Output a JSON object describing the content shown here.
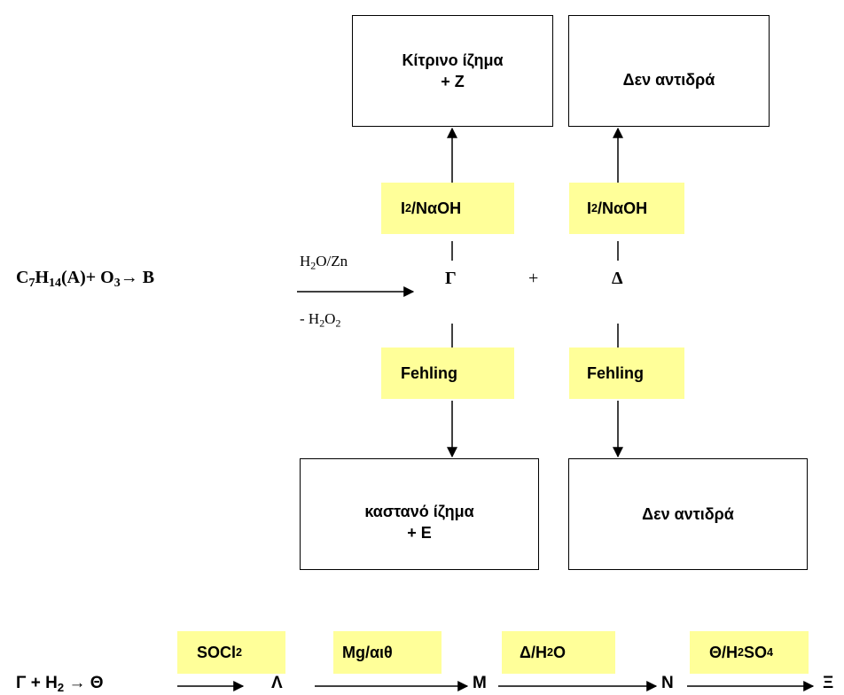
{
  "boxes": {
    "top_left": {
      "line1": "Κίτρινο ίζημα",
      "line2": "+ Ζ"
    },
    "top_right": {
      "line1": "Δεν αντιδρά"
    },
    "bottom_left": {
      "line1": "καστανό ίζημα",
      "line2": "+ Ε"
    },
    "bottom_right": {
      "line1": "Δεν αντιδρά"
    }
  },
  "reagents": {
    "iodoform_left": {
      "base": "I",
      "sub": "2",
      "rest": "/NαOH"
    },
    "iodoform_right": {
      "base": "I",
      "sub": "2",
      "rest": "/NαOH"
    },
    "fehling_left": "Fehling",
    "fehling_right": "Fehling"
  },
  "ozonolysis": {
    "reactant": {
      "c": "C",
      "c_sub": "7",
      "h": "H",
      "h_sub": "14",
      "tail": "(A)+ O",
      "o_sub": "3",
      "product": "B"
    },
    "above_arrow": {
      "a": "H",
      "a_sub": "2",
      "b": "O/Zn"
    },
    "below_arrow": {
      "a": "- H",
      "a_sub": "2",
      "b": "O",
      "b_sub": "2"
    },
    "product_gamma": "Γ",
    "plus": "+",
    "product_delta": "Δ"
  },
  "chain": {
    "start": {
      "a": "Γ + H",
      "a_sub": "2",
      "b": "Θ"
    },
    "steps": [
      {
        "reagent": {
          "a": "SOCl",
          "a_sub": "2",
          "b": ""
        },
        "product": "Λ"
      },
      {
        "reagent": {
          "a": "Mg/αιθ",
          "a_sub": "",
          "b": ""
        },
        "product": "Μ"
      },
      {
        "reagent": {
          "a": "Δ/H",
          "a_sub": "2",
          "b": "O"
        },
        "product": "Ν"
      },
      {
        "reagent": {
          "a": "Θ/H",
          "a_sub": "2",
          "b": "SO",
          "b_sub": "4"
        },
        "product": "Ξ"
      }
    ]
  },
  "colors": {
    "reagent_highlight": "#ffff99",
    "stroke": "#000000"
  }
}
